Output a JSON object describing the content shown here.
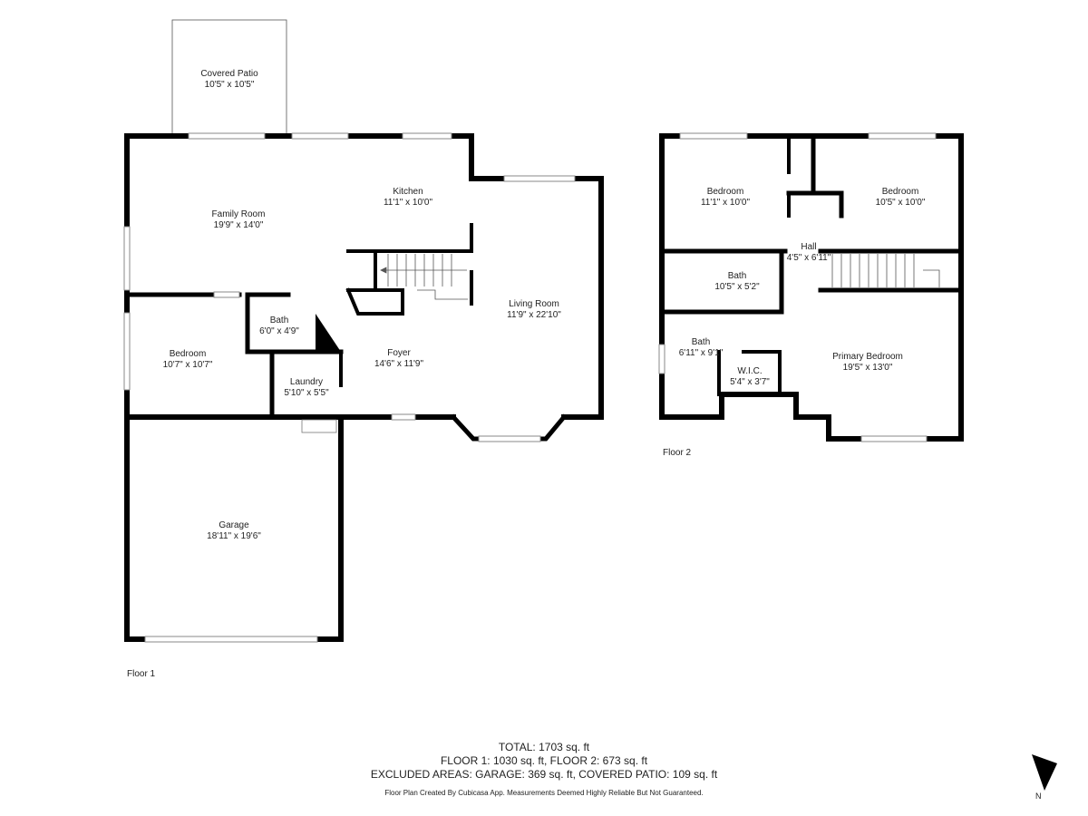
{
  "floors": [
    {
      "label": "Floor 1",
      "rooms": [
        {
          "name": "Covered Patio",
          "dims": "10'5\" x 10'5\""
        },
        {
          "name": "Kitchen",
          "dims": "11'1\" x 10'0\""
        },
        {
          "name": "Family Room",
          "dims": "19'9\" x 14'0\""
        },
        {
          "name": "Living Room",
          "dims": "11'9\" x 22'10\""
        },
        {
          "name": "Bath",
          "dims": "6'0\" x 4'9\""
        },
        {
          "name": "Bedroom",
          "dims": "10'7\" x 10'7\""
        },
        {
          "name": "Foyer",
          "dims": "14'6\" x 11'9\""
        },
        {
          "name": "Laundry",
          "dims": "5'10\" x 5'5\""
        },
        {
          "name": "Garage",
          "dims": "18'11\" x 19'6\""
        }
      ]
    },
    {
      "label": "Floor 2",
      "rooms": [
        {
          "name": "Bedroom",
          "dims": "11'1\" x 10'0\""
        },
        {
          "name": "Bedroom",
          "dims": "10'5\" x 10'0\""
        },
        {
          "name": "Hall",
          "dims": "4'5\" x 6'11\""
        },
        {
          "name": "Bath",
          "dims": "10'5\" x 5'2\""
        },
        {
          "name": "Bath",
          "dims": "6'11\" x 9'1\""
        },
        {
          "name": "W.I.C.",
          "dims": "5'4\" x 3'7\""
        },
        {
          "name": "Primary Bedroom",
          "dims": "19'5\" x 13'0\""
        }
      ]
    }
  ],
  "totals": {
    "total": "TOTAL: 1703 sq. ft",
    "floors": "FLOOR 1: 1030 sq. ft, FLOOR 2: 673 sq. ft",
    "excluded": "EXCLUDED AREAS: GARAGE: 369 sq. ft, COVERED PATIO: 109 sq. ft"
  },
  "disclaimer": "Floor Plan Created By Cubicasa App. Measurements Deemed Highly Reliable But Not Guaranteed.",
  "compass": {
    "label": "N",
    "icon": "north-arrow-icon"
  },
  "colors": {
    "wall": "#000000",
    "window": "#cccccc",
    "background": "#ffffff"
  }
}
